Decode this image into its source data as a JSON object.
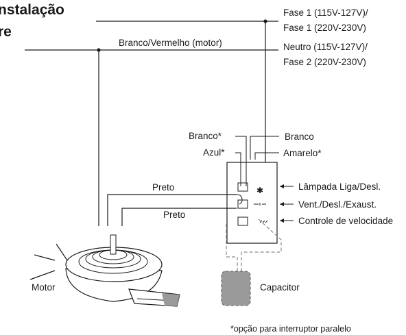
{
  "title": {
    "line1": "nstalação",
    "line2": "re"
  },
  "supply": {
    "line1_a": "Fase 1 (115V-127V)/",
    "line1_b": "Fase 1 (220V-230V)",
    "neutral_wire": "Branco/Vermelho (motor)",
    "line2_a": "Neutro (115V-127V)/",
    "line2_b": "Fase 2 (220V-230V)"
  },
  "switch_wires": {
    "branco_star": "Branco*",
    "azul_star": "Azul*",
    "branco": "Branco",
    "amarelo_star": "Amarelo*"
  },
  "motor_wires": {
    "preto_1": "Preto",
    "preto_2": "Preto"
  },
  "switch_labels": {
    "lamp": "Lâmpada Liga/Desl.",
    "vent": "Vent./Desl./Exaust.",
    "speed": "Controle de velocidade"
  },
  "components": {
    "motor": "Motor",
    "capacitor": "Capacitor"
  },
  "footnote": "*opção para interruptor paralelo",
  "colors": {
    "line": "#1a1a1a",
    "capacitor_fill": "#9a9a9a",
    "dashed_wire": "#8a8a8a"
  }
}
